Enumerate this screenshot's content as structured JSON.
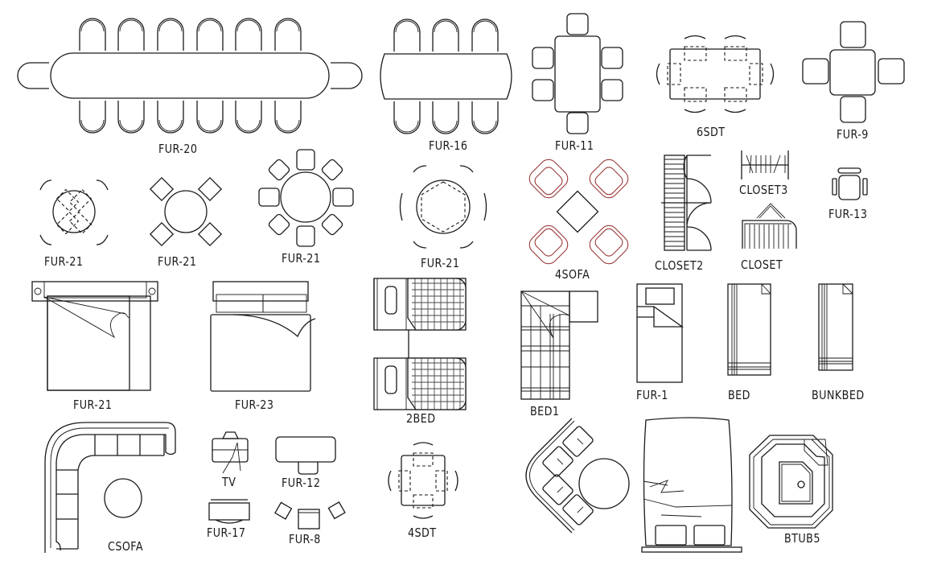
{
  "drawing": {
    "background": "#ffffff",
    "line_color": "#1a1a1a",
    "accent_color": "#9b3a3a",
    "blocks": [
      {
        "id": "fur20",
        "label": "FUR-20",
        "type": "oval dining table, 14 chairs"
      },
      {
        "id": "fur16",
        "label": "FUR-16",
        "type": "dining table, 6 chairs"
      },
      {
        "id": "fur11",
        "label": "FUR-11",
        "type": "rectangular table, 6 chairs"
      },
      {
        "id": "sdt6",
        "label": "6SDT",
        "type": "rectangular table, 6 chairs"
      },
      {
        "id": "fur9",
        "label": "FUR-9",
        "type": "square table, 4 chairs"
      },
      {
        "id": "fur21a",
        "label": "FUR-21",
        "type": "round table, 4 chairs (tucked)"
      },
      {
        "id": "fur21b",
        "label": "FUR-21",
        "type": "round table, 4 chairs"
      },
      {
        "id": "fur21c",
        "label": "FUR-21",
        "type": "round table, 8 chairs"
      },
      {
        "id": "fur21d",
        "label": "FUR-21",
        "type": "round table, 6 chairs"
      },
      {
        "id": "sofa4",
        "label": "4SOFA",
        "type": "4 armchairs with coffee table"
      },
      {
        "id": "closet2",
        "label": "CLOSET2",
        "type": "closet with doors"
      },
      {
        "id": "closet3",
        "label": "CLOSET3",
        "type": "closet hangers"
      },
      {
        "id": "closet",
        "label": "CLOSET",
        "type": "closet"
      },
      {
        "id": "fur13",
        "label": "FUR-13",
        "type": "office chair"
      },
      {
        "id": "fur21bed",
        "label": "FUR-21",
        "type": "double bed with nightstands"
      },
      {
        "id": "fur23",
        "label": "FUR-23",
        "type": "double bed"
      },
      {
        "id": "bed2",
        "label": "2BED",
        "type": "two single beds"
      },
      {
        "id": "bed1",
        "label": "BED1",
        "type": "single bed with nightstand"
      },
      {
        "id": "fur1",
        "label": "FUR-1",
        "type": "single bed"
      },
      {
        "id": "bed",
        "label": "BED",
        "type": "bed"
      },
      {
        "id": "bunkbed",
        "label": "BUNKBED",
        "type": "bunk bed"
      },
      {
        "id": "csofa",
        "label": "CSOFA",
        "type": "corner sofa with round table"
      },
      {
        "id": "tv",
        "label": "TV",
        "type": "television"
      },
      {
        "id": "fur12",
        "label": "FUR-12",
        "type": "desk with chair"
      },
      {
        "id": "fur17",
        "label": "FUR-17",
        "type": "cabinet"
      },
      {
        "id": "fur8",
        "label": "FUR-8",
        "type": "armchair group"
      },
      {
        "id": "sdt4",
        "label": "4SDT",
        "type": "square table, 4 chairs"
      },
      {
        "id": "lsofa",
        "label": "",
        "type": "L sofa with round table"
      },
      {
        "id": "kbed",
        "label": "",
        "type": "bed with pillows"
      },
      {
        "id": "btub5",
        "label": "BTUB5",
        "type": "octagonal bathtub"
      }
    ]
  }
}
